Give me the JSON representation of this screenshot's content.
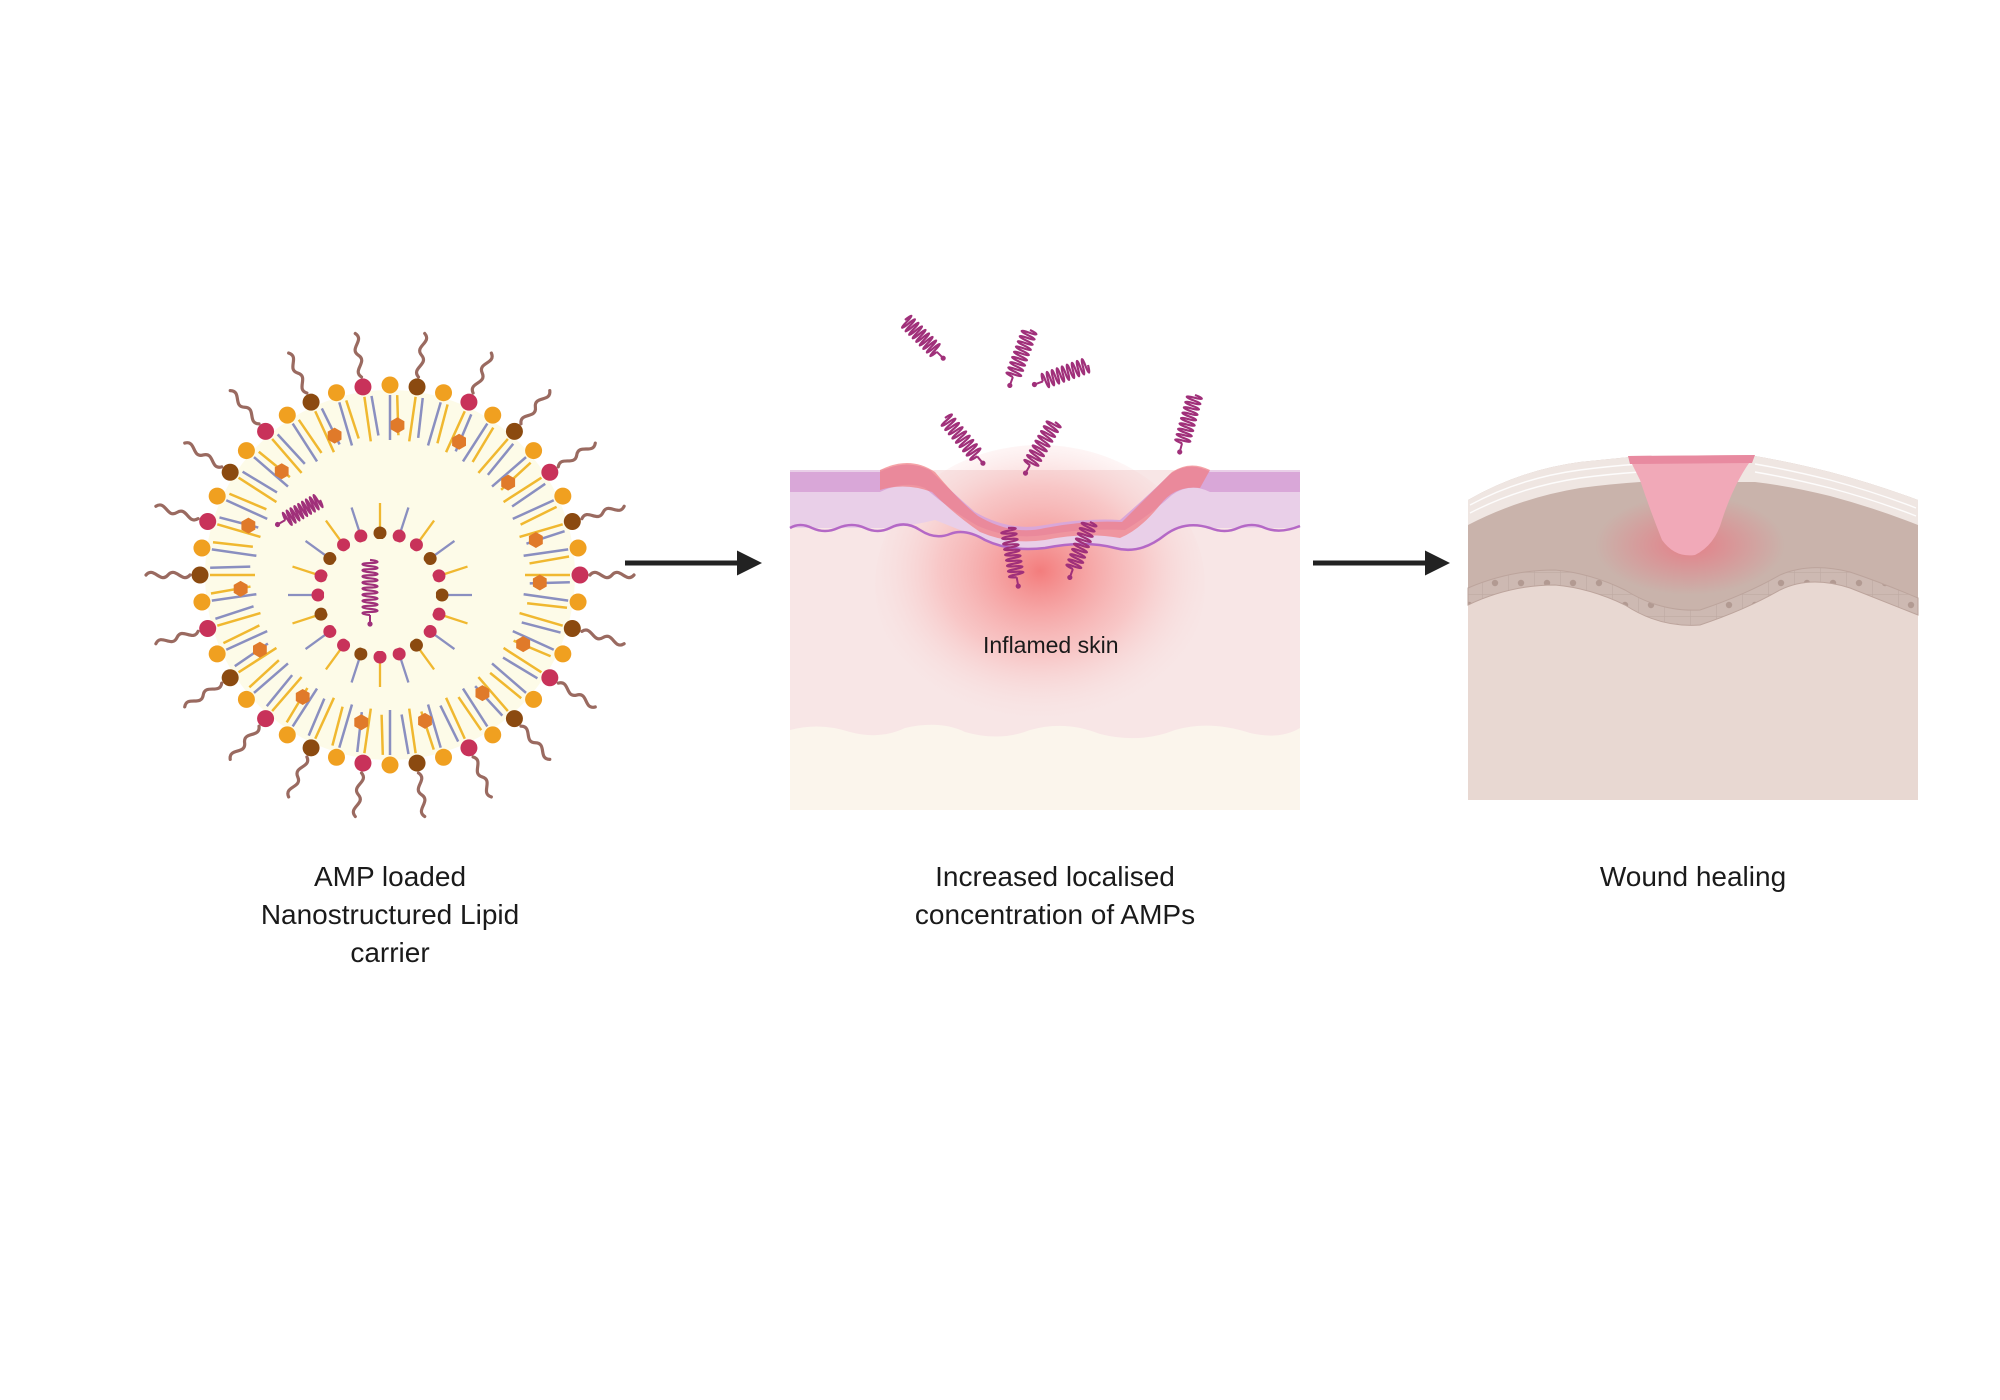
{
  "panels": [
    {
      "id": "nlc",
      "caption_lines": [
        "AMP loaded",
        "Nanostructured Lipid",
        "carrier"
      ]
    },
    {
      "id": "inflamed",
      "caption_lines": [
        "Increased localised",
        "concentration of AMPs"
      ],
      "inner_label": "Inflamed skin"
    },
    {
      "id": "healing",
      "caption_lines": [
        "Wound healing"
      ]
    }
  ],
  "colors": {
    "head_red": "#c8325a",
    "head_orange": "#f0a020",
    "head_brown": "#8b4a10",
    "hexagon": "#e07a2a",
    "tail_blue": "#8a8fc0",
    "tail_yellow": "#f0b830",
    "core_cream": "#fdfbe8",
    "peg": "#9a6a60",
    "amp_purple": "#a0307a",
    "skin_pink": "#f8e4e4",
    "epidermis_lilac": "#e8c8e8",
    "inflamed_red": "#f07070",
    "fat_cream": "#fbf5ec",
    "healing_dermis": "#e8d8d2",
    "healing_tissue": "#c8b0a8",
    "arrow": "#222222"
  },
  "icons": [
    "lipid-carrier-illustration",
    "amp-helix-icon",
    "arrow-right-icon",
    "inflamed-skin-illustration",
    "healing-skin-illustration"
  ]
}
